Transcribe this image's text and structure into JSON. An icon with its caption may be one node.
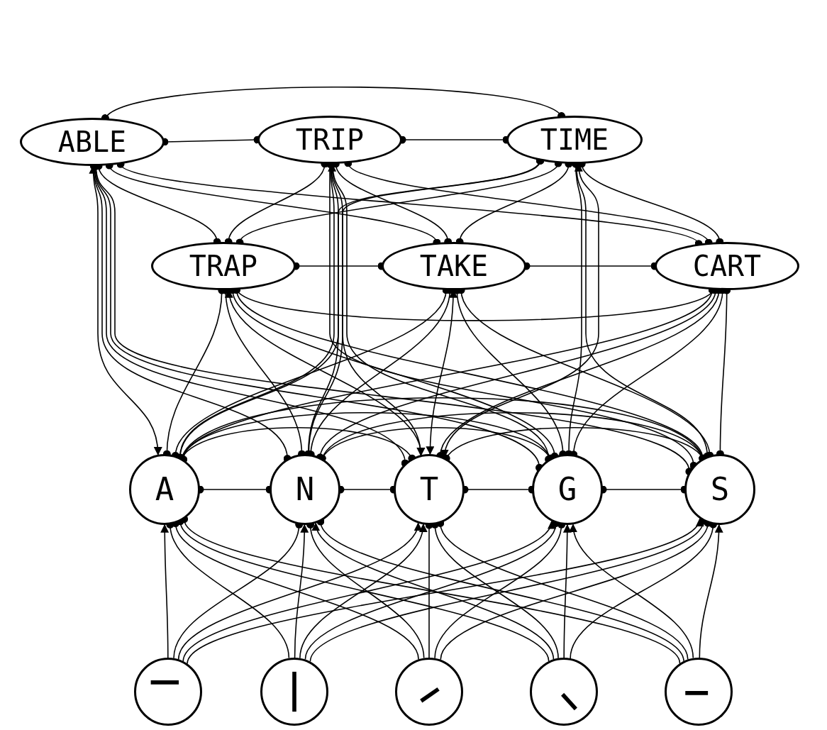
{
  "diagram": {
    "nodes": [
      {
        "text": [
          "ABLE"
        ]
      },
      {
        "text": [
          "TRIP"
        ]
      },
      {
        "text": [
          "TIME"
        ]
      },
      {
        "text": [
          "TRAP"
        ]
      },
      {
        "text": [
          "TAKE"
        ]
      },
      {
        "text": [
          "CART"
        ]
      },
      {
        "text": [
          "A"
        ]
      },
      {
        "text": [
          "N"
        ]
      },
      {
        "text": [
          "T"
        ]
      },
      {
        "text": [
          "G"
        ]
      },
      {
        "text": [
          "S"
        ]
      },
      {
        "text": [],
        "shape": "circle"
      },
      {
        "text": [],
        "shape": "circle"
      },
      {
        "text": [],
        "shape": "circle"
      },
      {
        "text": [],
        "shape": "circle"
      },
      {
        "text": [],
        "shape": "circle"
      }
    ],
    "edges": [
      {
        "from": 11,
        "to": 6,
        "arrow": "to"
      },
      {
        "from": 11,
        "to": 7,
        "arrow": "other"
      },
      {
        "from": 11,
        "to": 8,
        "arrow": "to"
      },
      {
        "from": 11,
        "to": 9,
        "arrow": "to"
      },
      {
        "from": 11,
        "to": 10,
        "arrow": "to"
      },
      {
        "from": 12,
        "to": 6,
        "arrow": "other"
      },
      {
        "from": 12,
        "to": 7,
        "arrow": "to"
      },
      {
        "from": 12,
        "to": 8,
        "arrow": "to"
      },
      {
        "from": 12,
        "to": 9,
        "arrow": "other"
      },
      {
        "from": 12,
        "to": 10,
        "arrow": "other"
      },
      {
        "from": 13,
        "to": 6,
        "arrow": "other"
      },
      {
        "from": 13,
        "to": 7,
        "arrow": "other"
      },
      {
        "from": 13,
        "to": 8,
        "arrow": "other"
      },
      {
        "from": 13,
        "to": 9,
        "arrow": "other"
      },
      {
        "from": 13,
        "to": 10,
        "arrow": "other"
      },
      {
        "from": 14,
        "to": 6,
        "arrow": "other"
      },
      {
        "from": 14,
        "to": 7,
        "arrow": "to"
      },
      {
        "from": 14,
        "to": 8,
        "arrow": "other"
      },
      {
        "from": 14,
        "to": 9,
        "arrow": "to"
      },
      {
        "from": 14,
        "to": 10,
        "arrow": "other"
      },
      {
        "from": 15,
        "to": 6,
        "arrow": "other"
      },
      {
        "from": 15,
        "to": 7,
        "arrow": "other"
      },
      {
        "from": 15,
        "to": 8,
        "arrow": "other"
      },
      {
        "from": 15,
        "to": 9,
        "arrow": "to"
      },
      {
        "from": 15,
        "to": 10,
        "arrow": "to"
      },
      {
        "from": 6,
        "to": 0,
        "arrow": "both"
      },
      {
        "from": 6,
        "to": 1,
        "arrow": "other"
      },
      {
        "from": 6,
        "to": 2,
        "arrow": "other"
      },
      {
        "from": 6,
        "to": 3,
        "arrow": "other"
      },
      {
        "from": 6,
        "to": 4,
        "arrow": "other"
      },
      {
        "from": 6,
        "to": 5,
        "arrow": "other"
      },
      {
        "from": 7,
        "to": 0,
        "arrow": "other"
      },
      {
        "from": 7,
        "to": 1,
        "arrow": "other"
      },
      {
        "from": 7,
        "to": 2,
        "arrow": "other"
      },
      {
        "from": 7,
        "to": 3,
        "arrow": "other"
      },
      {
        "from": 7,
        "to": 4,
        "arrow": "other"
      },
      {
        "from": 7,
        "to": 5,
        "arrow": "other"
      },
      {
        "from": 8,
        "to": 0,
        "arrow": "other"
      },
      {
        "from": 8,
        "to": 1,
        "arrow": "both"
      },
      {
        "from": 8,
        "to": 2,
        "arrow": "both"
      },
      {
        "from": 8,
        "to": 3,
        "arrow": "both"
      },
      {
        "from": 8,
        "to": 4,
        "arrow": "both"
      },
      {
        "from": 8,
        "to": 5,
        "arrow": "other"
      },
      {
        "from": 9,
        "to": 0,
        "arrow": "other"
      },
      {
        "from": 9,
        "to": 1,
        "arrow": "other"
      },
      {
        "from": 9,
        "to": 2,
        "arrow": "other"
      },
      {
        "from": 9,
        "to": 3,
        "arrow": "other"
      },
      {
        "from": 9,
        "to": 4,
        "arrow": "other"
      },
      {
        "from": 9,
        "to": 5,
        "arrow": "other"
      },
      {
        "from": 10,
        "to": 0,
        "arrow": "other"
      },
      {
        "from": 10,
        "to": 1,
        "arrow": "other"
      },
      {
        "from": 10,
        "to": 2,
        "arrow": "other"
      },
      {
        "from": 10,
        "to": 3,
        "arrow": "other"
      },
      {
        "from": 10,
        "to": 4,
        "arrow": "other"
      },
      {
        "from": 10,
        "to": 5,
        "arrow": "other"
      },
      {
        "from": 0,
        "to": 1,
        "arrow": "other"
      },
      {
        "from": 0,
        "to": 2,
        "arrow": "other"
      },
      {
        "from": 0,
        "to": 3,
        "arrow": "other"
      },
      {
        "from": 0,
        "to": 4,
        "arrow": "other"
      },
      {
        "from": 0,
        "to": 5,
        "arrow": "other"
      },
      {
        "from": 1,
        "to": 2,
        "arrow": "other"
      },
      {
        "from": 1,
        "to": 3,
        "arrow": "other"
      },
      {
        "from": 1,
        "to": 4,
        "arrow": "other"
      },
      {
        "from": 1,
        "to": 5,
        "arrow": "other"
      },
      {
        "from": 2,
        "to": 3,
        "arrow": "other"
      },
      {
        "from": 2,
        "to": 4,
        "arrow": "other"
      },
      {
        "from": 2,
        "to": 5,
        "arrow": "other"
      },
      {
        "from": 3,
        "to": 4,
        "arrow": "other"
      },
      {
        "from": 3,
        "to": 5,
        "arrow": "other"
      },
      {
        "from": 4,
        "to": 5,
        "arrow": "other"
      },
      {
        "from": 6,
        "to": 7,
        "arrow": "other"
      },
      {
        "from": 6,
        "to": 8,
        "arrow": "other"
      },
      {
        "from": 6,
        "to": 9,
        "arrow": "other"
      },
      {
        "from": 6,
        "to": 10,
        "arrow": "other"
      },
      {
        "from": 7,
        "to": 8,
        "arrow": "other"
      },
      {
        "from": 7,
        "to": 9,
        "arrow": "other"
      },
      {
        "from": 7,
        "to": 10,
        "arrow": "other"
      },
      {
        "from": 8,
        "to": 9,
        "arrow": "other"
      },
      {
        "from": 8,
        "to": 10,
        "arrow": "other"
      },
      {
        "from": 9,
        "to": 10,
        "arrow": "other"
      }
    ]
  }
}
